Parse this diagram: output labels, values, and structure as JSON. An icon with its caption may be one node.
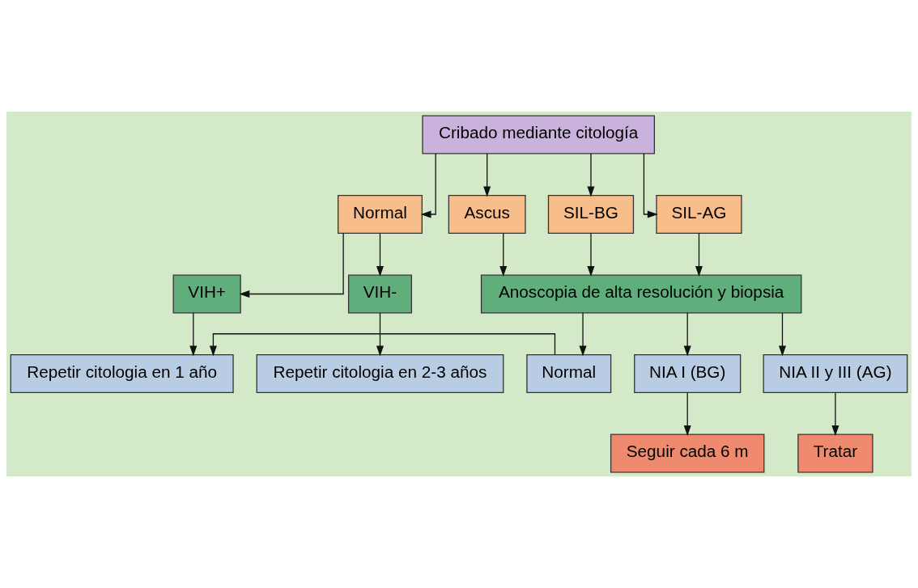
{
  "diagram": {
    "nodes": [
      {
        "text": [
          "Cribado mediante citología"
        ]
      },
      {
        "text": [
          "Normal"
        ]
      },
      {
        "text": [
          "Ascus"
        ]
      },
      {
        "text": [
          "SIL-BG"
        ]
      },
      {
        "text": [
          "SIL-AG"
        ]
      },
      {
        "text": [
          "VIH+"
        ]
      },
      {
        "text": [
          "VIH-"
        ]
      },
      {
        "text": [
          "Anoscopia de alta resolución y biopsia"
        ]
      },
      {
        "text": [
          "Repetir citologia en 1 año"
        ]
      },
      {
        "text": [
          "Repetir citologia en 2-3 años"
        ]
      },
      {
        "text": [
          "Normal"
        ]
      },
      {
        "text": [
          "NIA I (BG)"
        ]
      },
      {
        "text": [
          "NIA II y III (AG)"
        ]
      },
      {
        "text": [
          "Seguir cada 6 m"
        ]
      },
      {
        "text": [
          "Tratar"
        ]
      }
    ],
    "edges": [
      {
        "from": 0,
        "to": 1,
        "arrow": "to"
      },
      {
        "from": 0,
        "to": 2,
        "arrow": "to"
      },
      {
        "from": 0,
        "to": 3,
        "arrow": "to"
      },
      {
        "from": 0,
        "to": 4,
        "arrow": "to"
      },
      {
        "from": 1,
        "to": 5,
        "arrow": "to"
      },
      {
        "from": 1,
        "to": 6,
        "arrow": "to"
      },
      {
        "from": 2,
        "to": 7,
        "arrow": "to"
      },
      {
        "from": 3,
        "to": 7,
        "arrow": "to"
      },
      {
        "from": 4,
        "to": 7,
        "arrow": "to"
      },
      {
        "from": 5,
        "to": 8,
        "arrow": "to"
      },
      {
        "from": 6,
        "to": 9,
        "arrow": "to"
      },
      {
        "from": 7,
        "to": 10,
        "arrow": "to"
      },
      {
        "from": 7,
        "to": 11,
        "arrow": "to"
      },
      {
        "from": 7,
        "to": 12,
        "arrow": "to"
      },
      {
        "from": 10,
        "to": 8,
        "arrow": "to"
      },
      {
        "from": 11,
        "to": 13,
        "arrow": "to"
      },
      {
        "from": 12,
        "to": 14,
        "arrow": "to"
      }
    ]
  }
}
